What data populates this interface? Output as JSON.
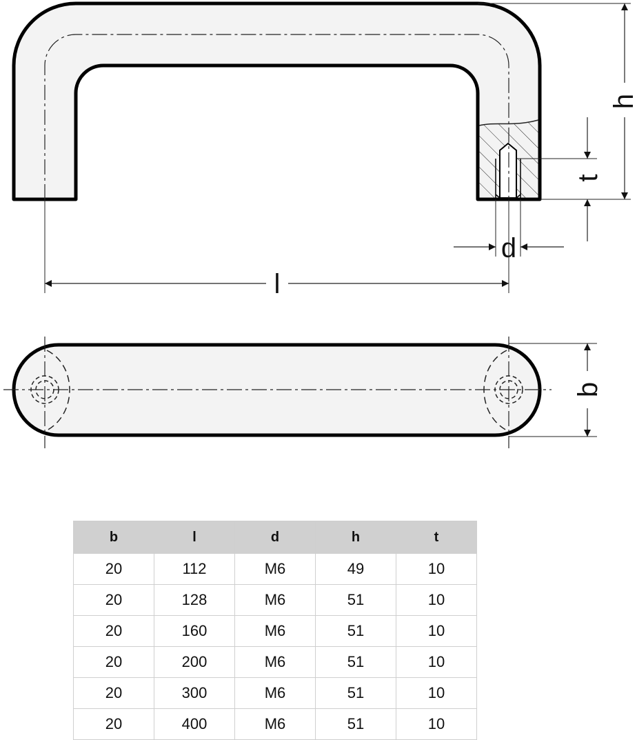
{
  "dimensions": {
    "h": "h",
    "t": "t",
    "d": "d",
    "l": "l",
    "b": "b"
  },
  "table": {
    "headers": [
      "b",
      "l",
      "d",
      "h",
      "t"
    ],
    "rows": [
      [
        "20",
        "112",
        "M6",
        "49",
        "10"
      ],
      [
        "20",
        "128",
        "M6",
        "51",
        "10"
      ],
      [
        "20",
        "160",
        "M6",
        "51",
        "10"
      ],
      [
        "20",
        "200",
        "M6",
        "51",
        "10"
      ],
      [
        "20",
        "300",
        "M6",
        "51",
        "10"
      ],
      [
        "20",
        "400",
        "M6",
        "51",
        "10"
      ]
    ]
  }
}
